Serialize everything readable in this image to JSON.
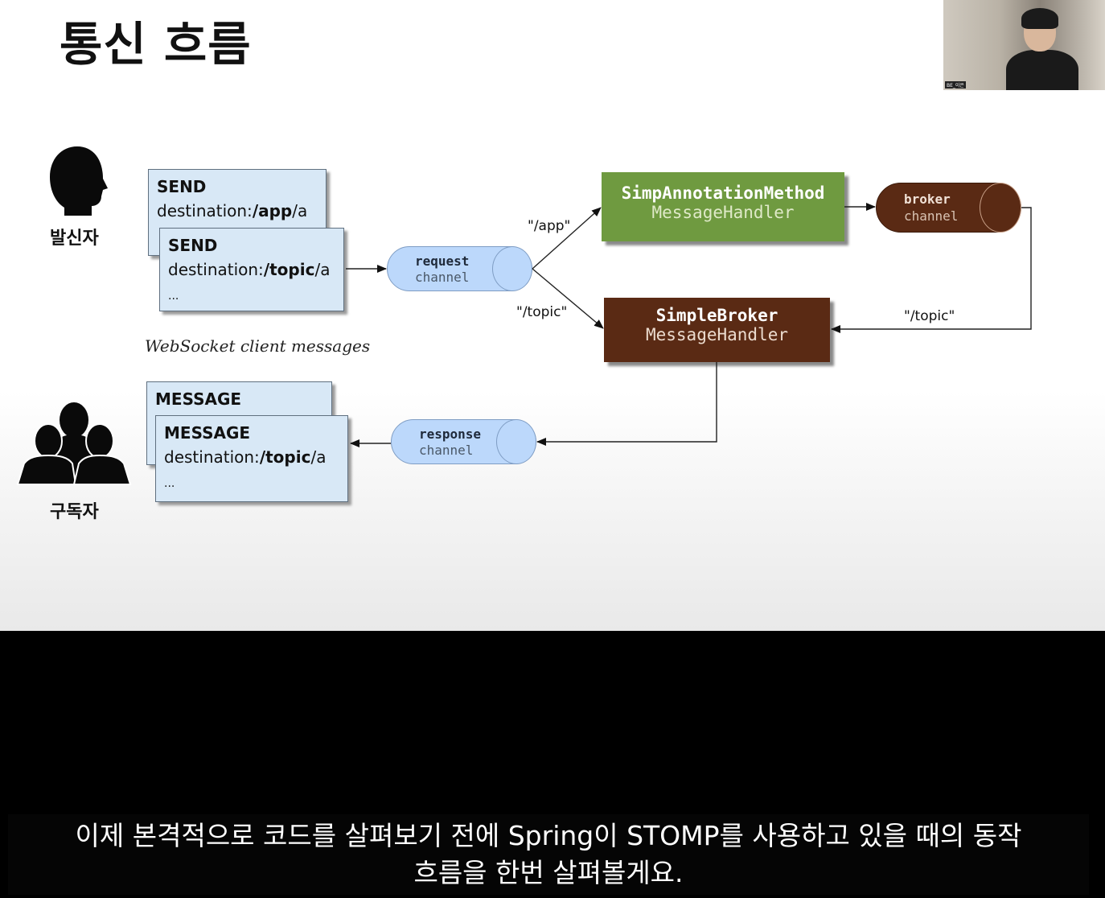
{
  "slide": {
    "title": "통신 흐름",
    "webcam_label": "BE_이은",
    "sender_label": "발신자",
    "subscriber_label": "구독자",
    "client_caption": "WebSocket client messages"
  },
  "cards": {
    "send1": {
      "command": "SEND",
      "dest_prefix": "destination:",
      "dest_path": "/app",
      "dest_suffix": "/a"
    },
    "send2": {
      "command": "SEND",
      "dest_prefix": "destination:",
      "dest_path": "/topic",
      "dest_suffix": "/a",
      "more": "..."
    },
    "message1": {
      "command": "MESSAGE"
    },
    "message2": {
      "command": "MESSAGE",
      "dest_prefix": "destination:",
      "dest_path": "/topic",
      "dest_suffix": "/a",
      "more": "..."
    }
  },
  "channels": {
    "request": {
      "line1": "request",
      "line2": "channel"
    },
    "response": {
      "line1": "response",
      "line2": "channel"
    },
    "broker": {
      "line1": "broker",
      "line2": "channel"
    }
  },
  "handlers": {
    "annotation": {
      "line1": "SimpAnnotationMethod",
      "line2": "MessageHandler",
      "color": "#6f9a40"
    },
    "broker": {
      "line1": "SimpleBroker",
      "line2": "MessageHandler",
      "color": "#5a2a14"
    }
  },
  "routes": {
    "app": "\"/app\"",
    "topic_from_request": "\"/topic\"",
    "topic_from_broker": "\"/topic\""
  },
  "subtitle": {
    "line1": "이제 본격적으로 코드를 살펴보기 전에 Spring이 STOMP를 사용하고 있을 때의 동작",
    "line2": "흐름을 한번 살펴볼게요."
  }
}
